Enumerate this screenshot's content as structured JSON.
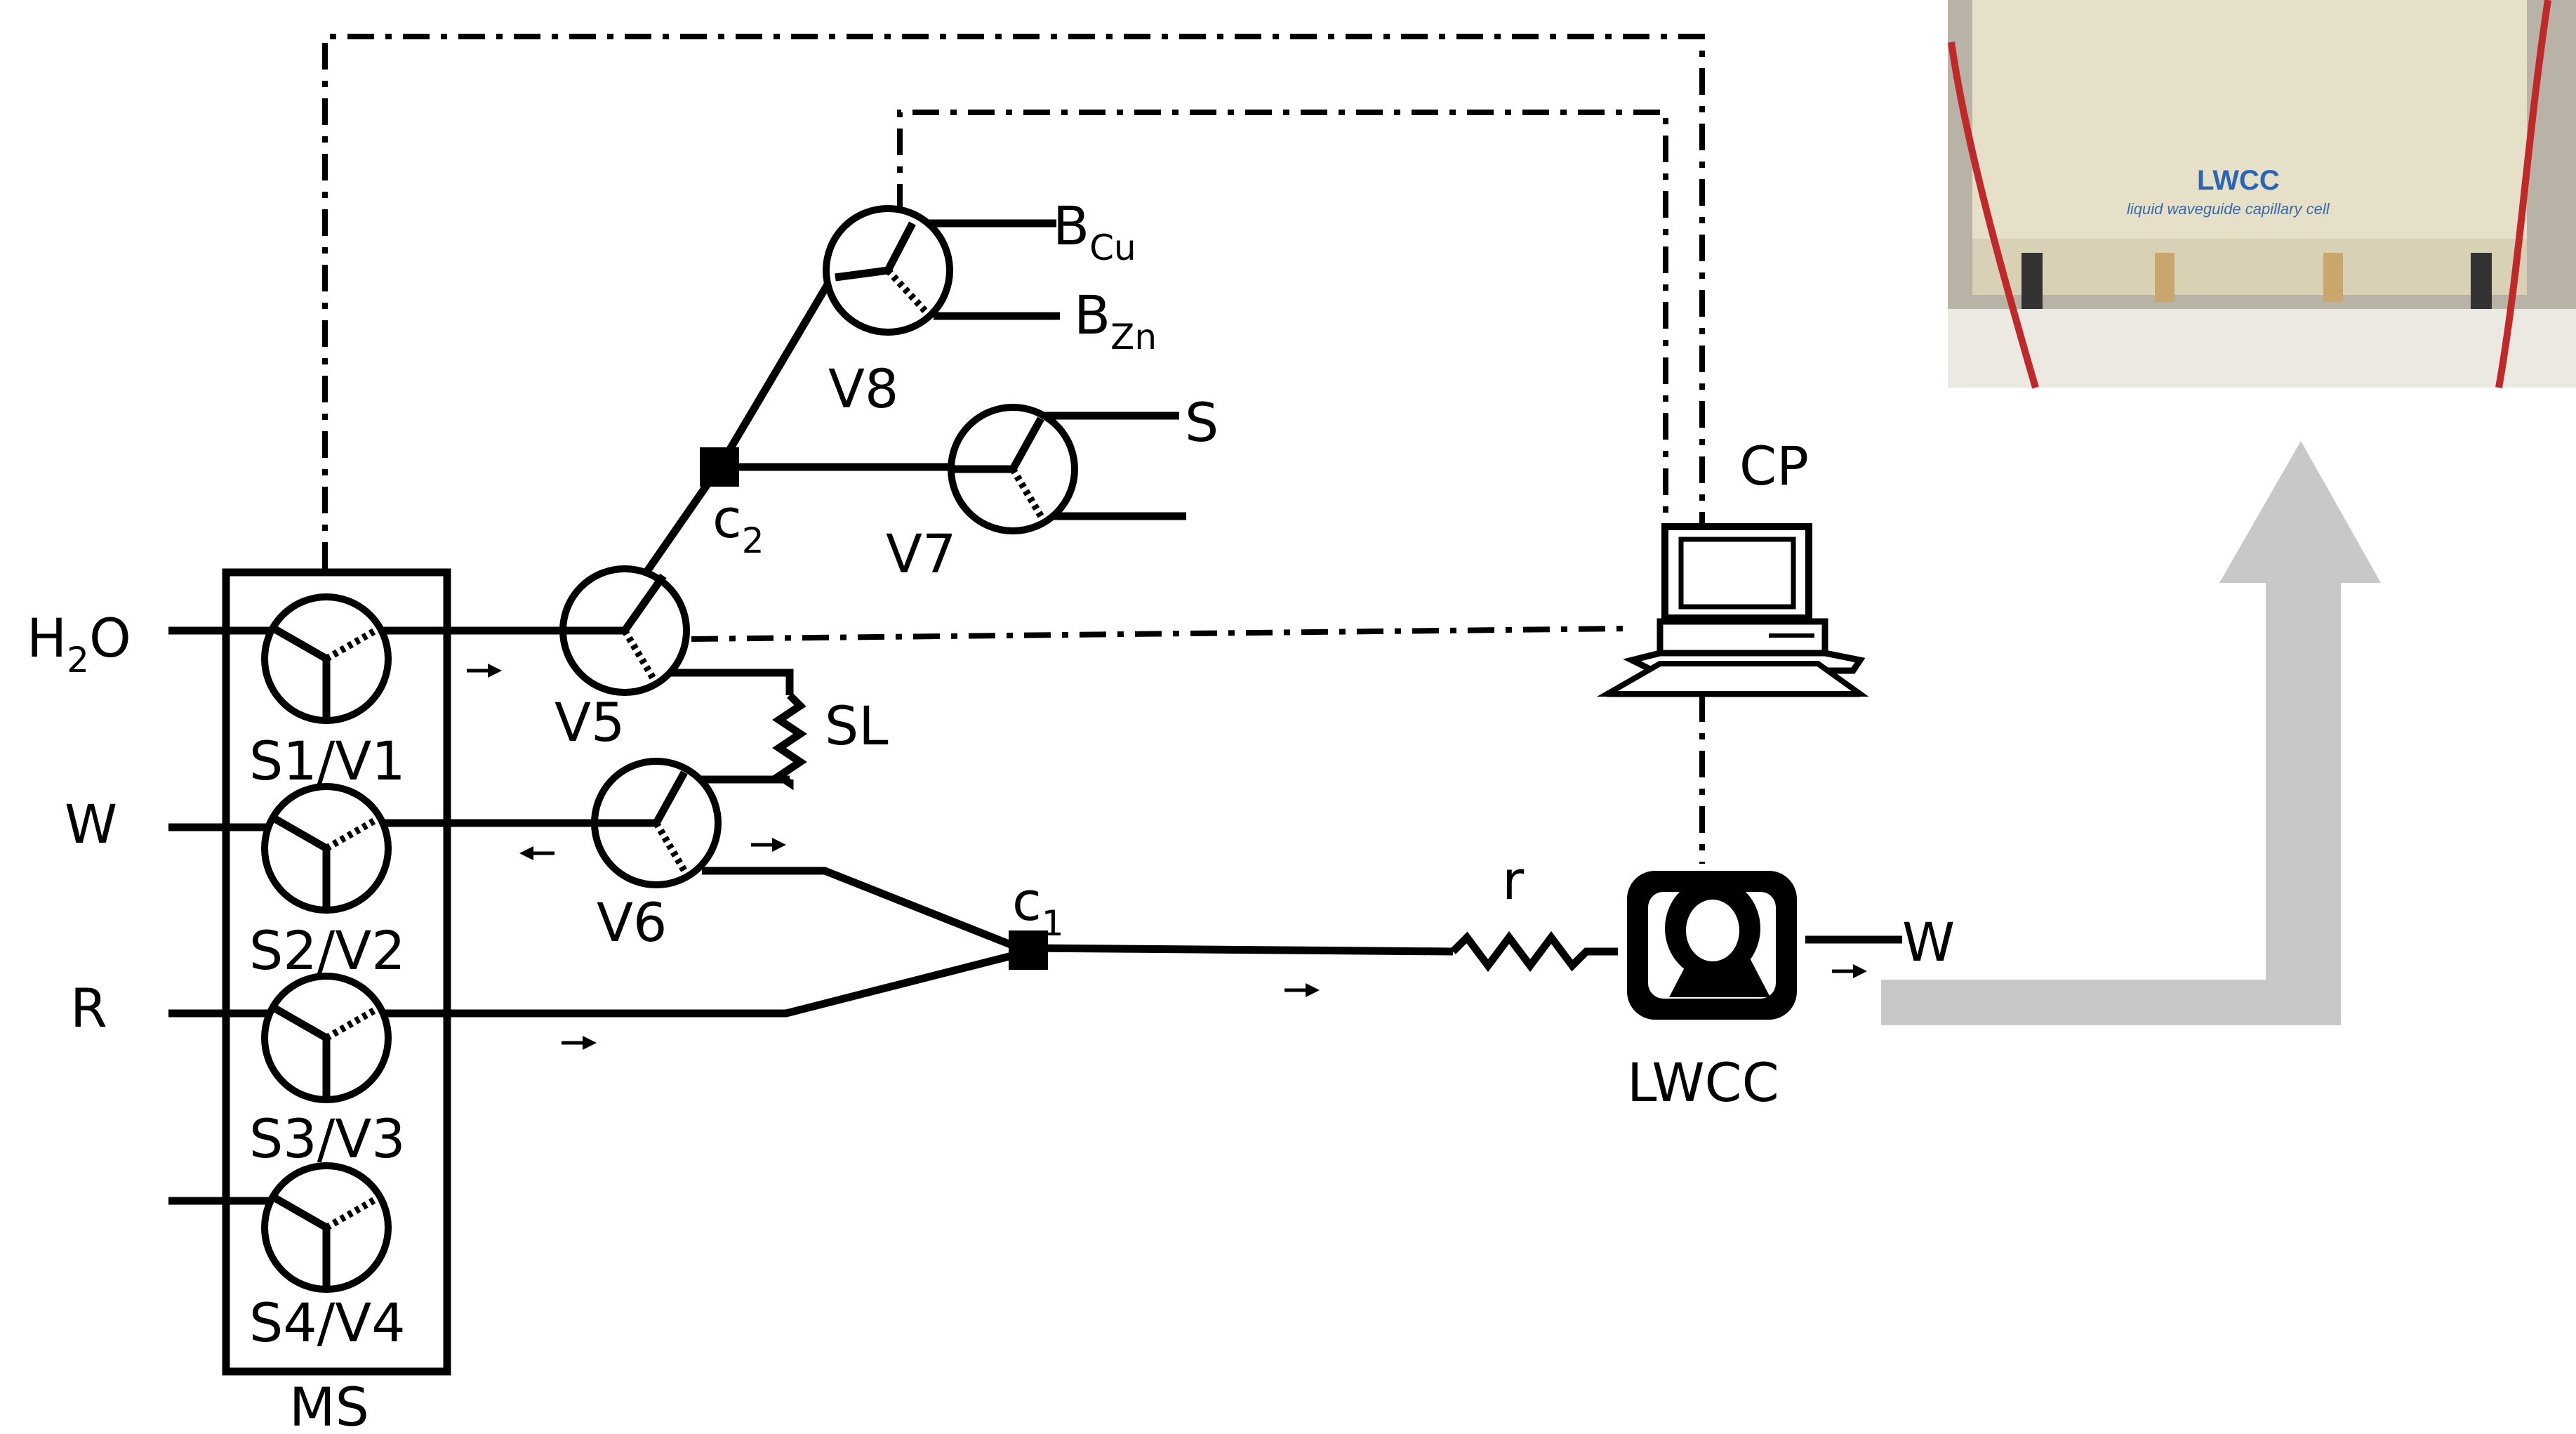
{
  "labels": {
    "h2o": "H",
    "h2o_sub": "2",
    "h2o_tail": "O",
    "w_in": "W",
    "r_in": "R",
    "v1": "S1/V1",
    "v2": "S2/V2",
    "v3": "S3/V3",
    "v4": "S4/V4",
    "ms": "MS",
    "v5": "V5",
    "v6": "V6",
    "v7": "V7",
    "v8": "V8",
    "b": "B",
    "b_cu_sub": "Cu",
    "b2": "B",
    "b_zn_sub": "Zn",
    "s": "S",
    "c": "c",
    "c2_sub": "2",
    "c1": "c",
    "c1_sub": "1",
    "sl": "SL",
    "r": "r",
    "lwcc": "LWCC",
    "w_out": "W",
    "cp": "CP"
  },
  "photo": {
    "brand": "LWCC",
    "caption": "liquid waveguide capillary cell"
  },
  "colors": {
    "line": "#000000",
    "arrow_fill": "#c8c8c8",
    "device_body": "#e6e0c8"
  }
}
